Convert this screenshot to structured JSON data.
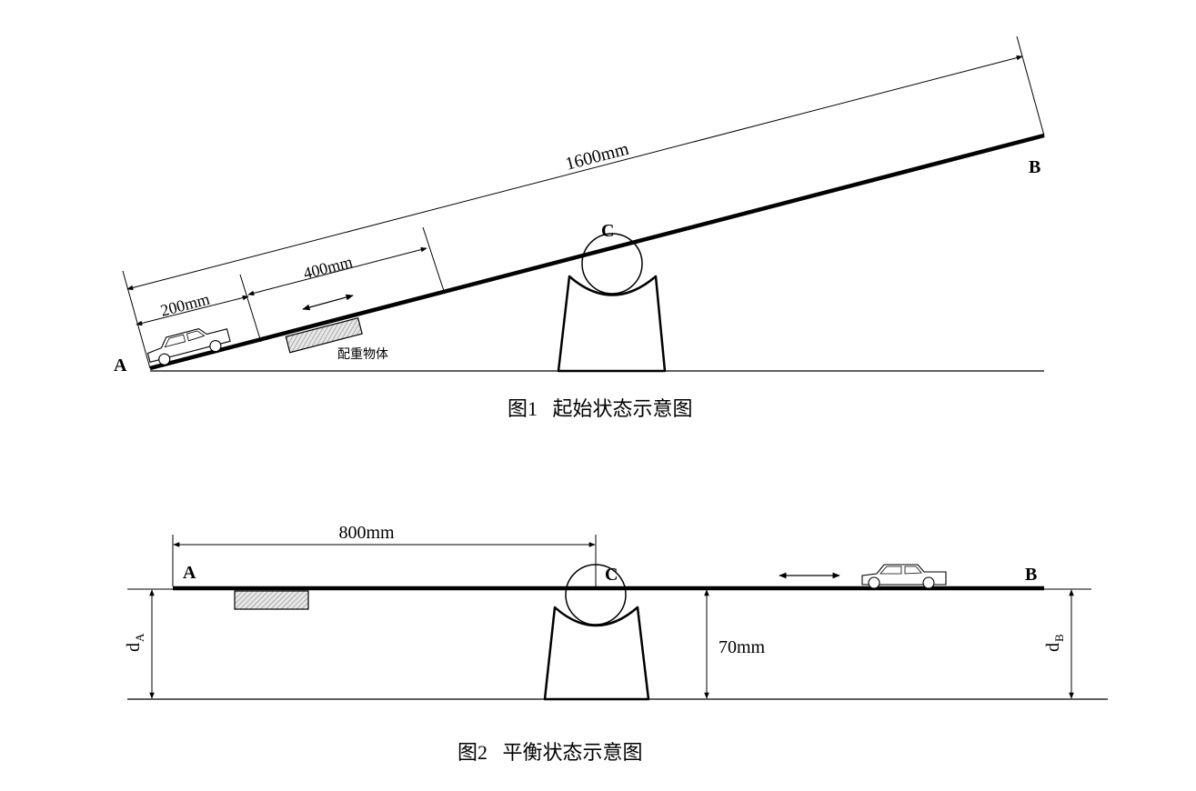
{
  "figure1": {
    "caption": "图1   起始状态示意图",
    "point_a": "A",
    "point_b": "B",
    "point_c": "C",
    "dim_total": "1600mm",
    "dim_car": "200mm",
    "dim_weight": "400mm",
    "weight_label": "配重物体"
  },
  "figure2": {
    "caption": "图2   平衡状态示意图",
    "point_a": "A",
    "point_b": "B",
    "point_c": "C",
    "dim_half": "800mm",
    "dim_height": "70mm",
    "d_a_main": "d",
    "d_a_sub": "A",
    "d_b_main": "d",
    "d_b_sub": "B"
  },
  "colors": {
    "ink": "#000000",
    "hatch_fill": "#d9d9d9"
  }
}
